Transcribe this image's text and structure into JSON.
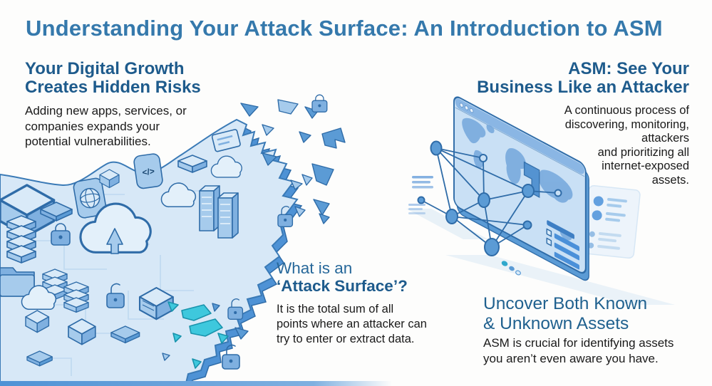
{
  "title": "Understanding Your Attack Surface: An Introduction to ASM",
  "sections": {
    "digital_growth": {
      "heading": "Your Digital Growth\nCreates Hidden Risks",
      "body": "Adding new apps, services, or\ncompanies expands your\npotential vulnerabilities."
    },
    "asm_see_your_business": {
      "heading": "ASM: See Your\nBusiness Like an Attacker",
      "body": "A continuous process of\ndiscovering, monitoring,\nattackers\nand prioritizing all\ninternet-exposed\nassets."
    },
    "what_is_attack_surface": {
      "heading_line1": "What is an",
      "heading_line2": "‘Attack Surface’?",
      "body": "It is the total sum of all\npoints where an attacker can\ntry to enter or extract data."
    },
    "uncover_assets": {
      "heading": "Uncover Both Known\n& Unknown Assets",
      "body": "ASM is crucial for identifying assets\nyou aren’t even aware you have."
    }
  },
  "illustration": {
    "code_icon_label": "</>",
    "map_icons": [
      "server-rack-icon",
      "database-stack-icon",
      "cloud-upload-icon",
      "cloud-icon",
      "globe-icon",
      "code-brackets-icon",
      "folder-icon",
      "padlock-locked-icon",
      "padlock-open-icon",
      "cube-icon",
      "document-card-icon"
    ],
    "browser_icons": [
      "window-dots-icon",
      "world-map",
      "network-graph",
      "asset-list-card",
      "side-panel-card"
    ]
  },
  "colors": {
    "title_blue": "#3579AC",
    "heading_blue": "#1E5B8C",
    "body_text": "#1A1A1A",
    "map_fill": "#D7E8F7",
    "outline_blue": "#2F6CA8",
    "accent_blue": "#4A90D9",
    "cyan_accent": "#3EC8DD"
  }
}
